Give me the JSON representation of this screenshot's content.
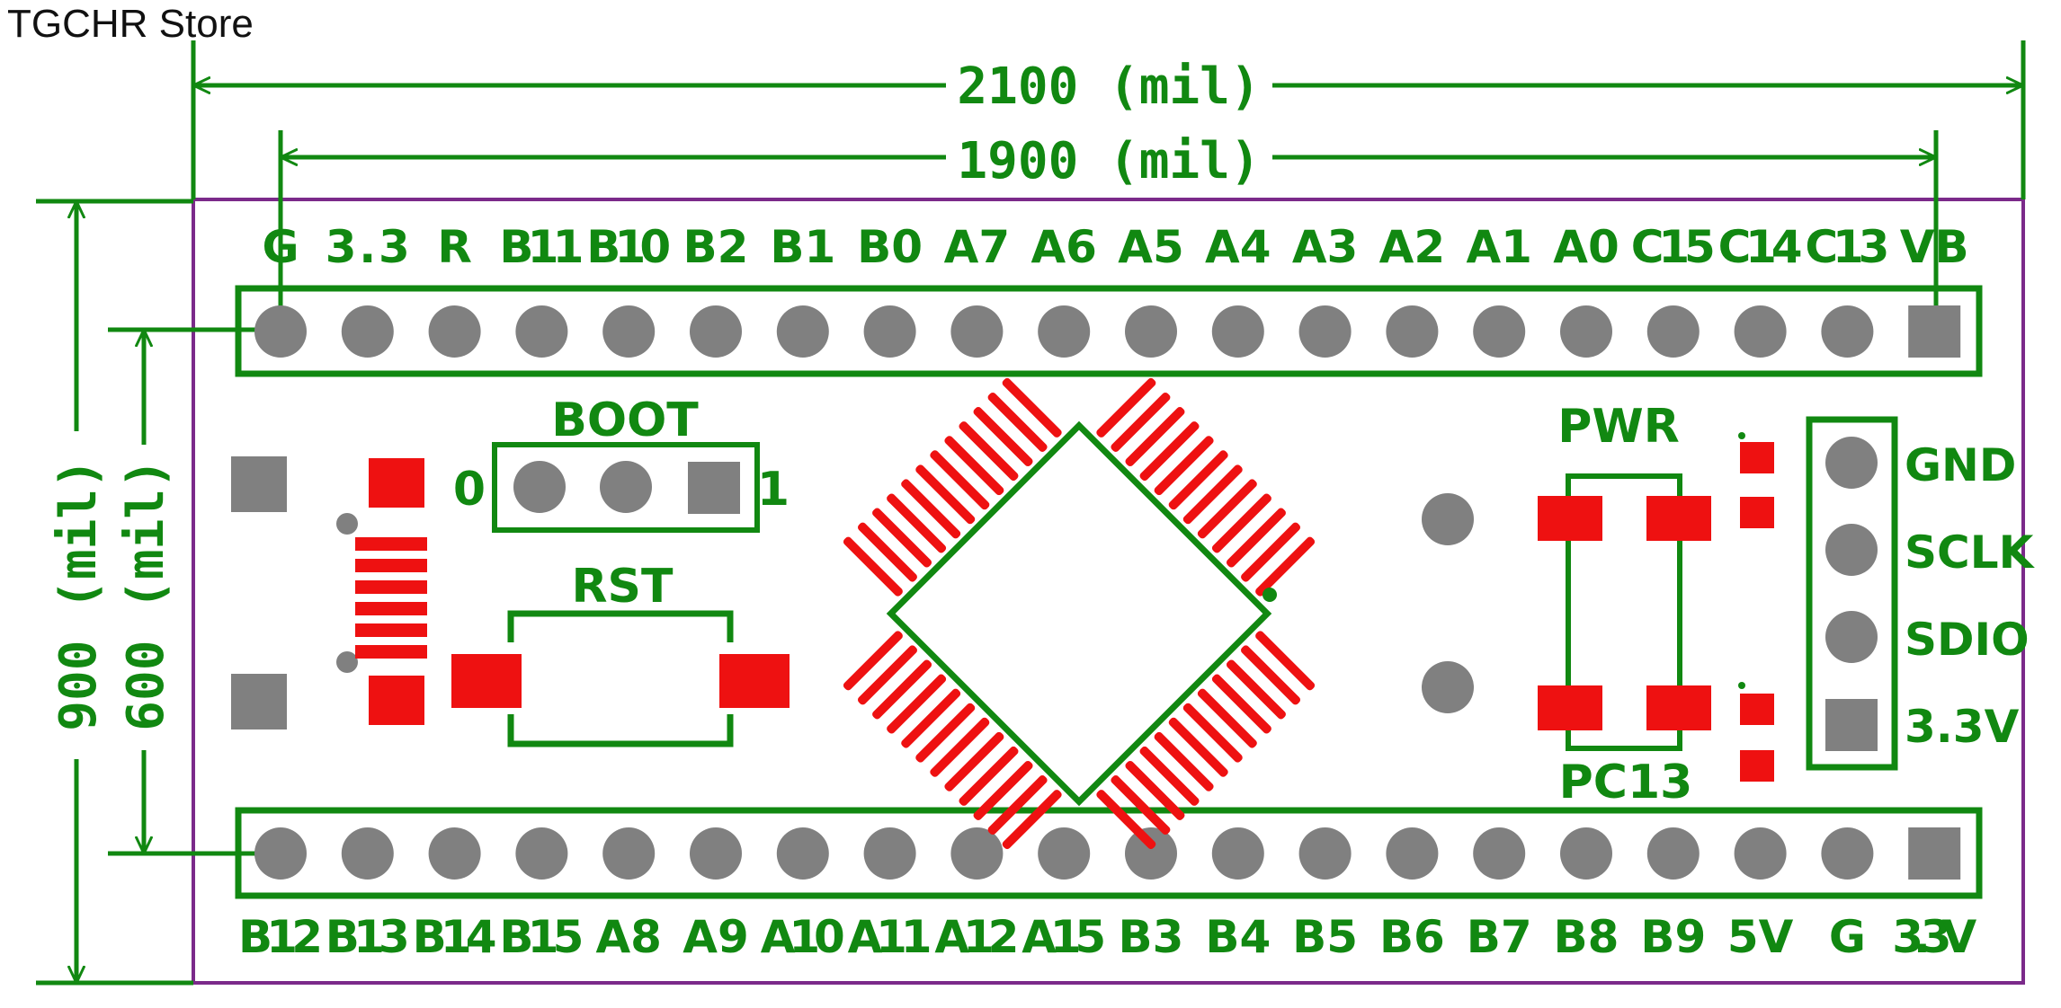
{
  "store": "TGCHR Store",
  "dimensions": {
    "width_outer": "2100 (mil)",
    "width_inner": "1900 (mil)",
    "height_outer": "900 (mil)",
    "height_inner": "600 (mil)"
  },
  "top_pins": [
    "G",
    "3.3",
    "R",
    "B11",
    "B10",
    "B2",
    "B1",
    "B0",
    "A7",
    "A6",
    "A5",
    "A4",
    "A3",
    "A2",
    "A1",
    "A0",
    "C15",
    "C14",
    "C13",
    "VB"
  ],
  "bottom_pins": [
    "B12",
    "B13",
    "B14",
    "B15",
    "A8",
    "A9",
    "A10",
    "A11",
    "A12",
    "A15",
    "B3",
    "B4",
    "B5",
    "B6",
    "B7",
    "B8",
    "B9",
    "5V",
    "G",
    "3.3V"
  ],
  "boot": {
    "title": "BOOT",
    "left": "0",
    "right": "1"
  },
  "rst": "RST",
  "pwr": "PWR",
  "pc13": "PC13",
  "swd_pins": [
    "GND",
    "SCLK",
    "SDIO",
    "3.3V"
  ],
  "colors": {
    "silk": "#118811",
    "pad": "#808080",
    "copper": "#ee1111",
    "outline": "#7b2a8a"
  }
}
